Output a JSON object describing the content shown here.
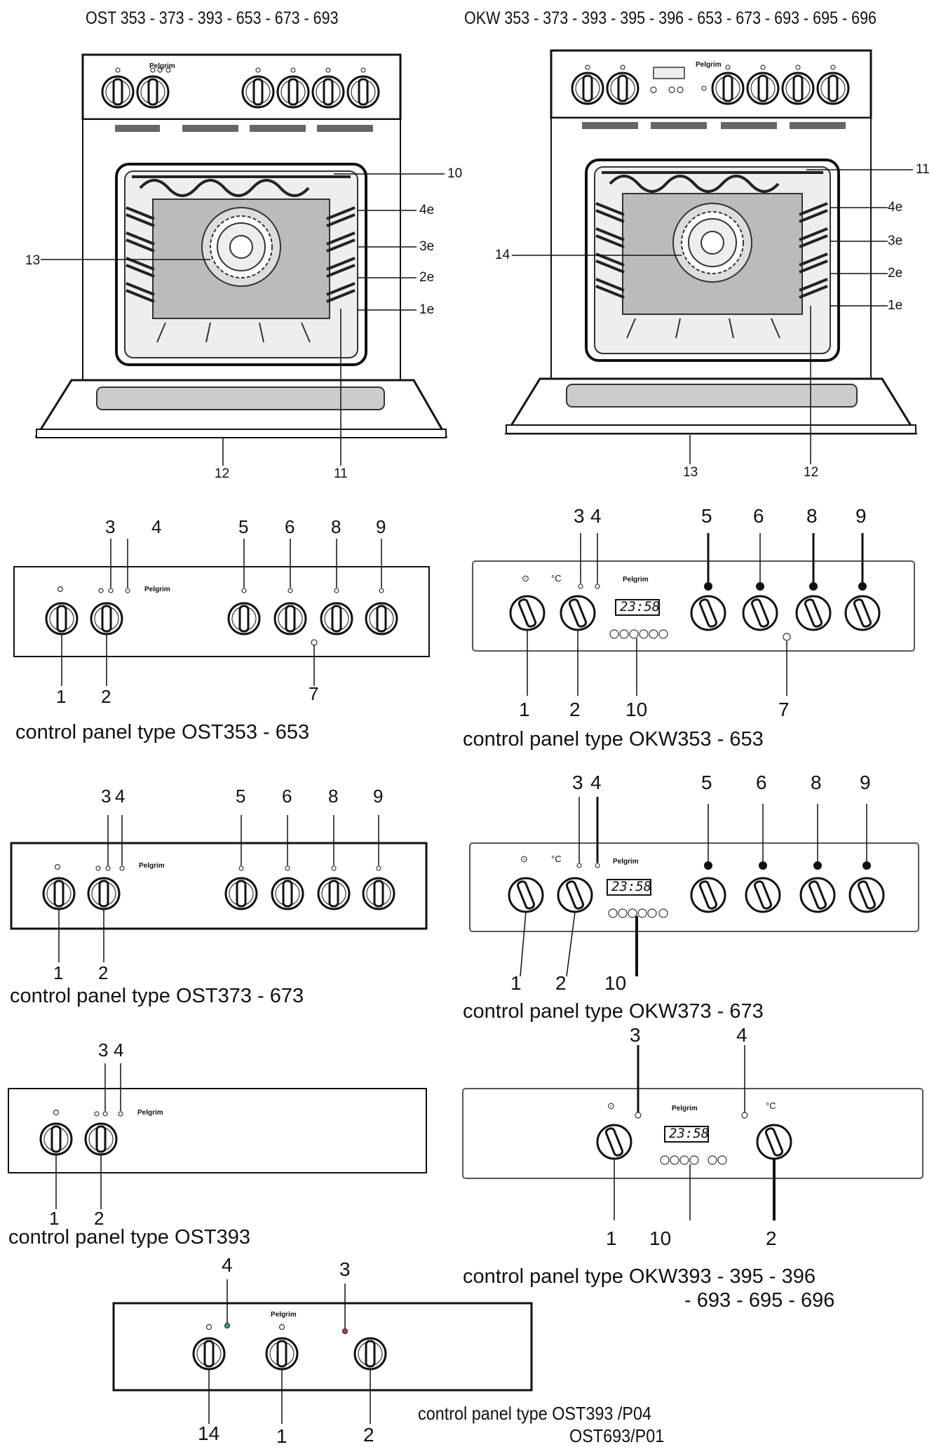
{
  "titles": {
    "ost": "OST 353 - 373 - 393 - 653 - 673 - 693",
    "okw": "OKW 353 - 373 - 393 - 395 - 396 - 653 - 673 - 693 - 695 - 696"
  },
  "brand": "Pelgrim",
  "display_time": "23:58",
  "oven_ost": {
    "label_10": "10",
    "label_13": "13",
    "label_11": "11",
    "label_12": "12",
    "shelf_4": "4e",
    "shelf_3": "3e",
    "shelf_2": "2e",
    "shelf_1": "1e"
  },
  "oven_okw": {
    "label_11": "11",
    "label_14": "14",
    "label_12": "12",
    "label_13": "13",
    "shelf_4": "4e",
    "shelf_3": "3e",
    "shelf_2": "2e",
    "shelf_1": "1e"
  },
  "captions": {
    "ost353": "control panel type OST353 - 653",
    "okw353": "control panel type OKW353 - 653",
    "ost373": "control panel type OST373 - 673",
    "okw373": "control panel type OKW373 - 673",
    "ost393": "control panel type OST393",
    "okw393_line1": "control panel type OKW393 - 395 - 396",
    "okw393_line2": "- 693 - 695 - 696",
    "ostp04_line1": "control panel type OST393 /P04",
    "ostp04_line2": "OST693/P01"
  },
  "labels": {
    "n1": "1",
    "n2": "2",
    "n3": "3",
    "n4": "4",
    "n5": "5",
    "n6": "6",
    "n7": "7",
    "n8": "8",
    "n9": "9",
    "n10": "10",
    "n14": "14"
  },
  "symbols": {
    "celsius": "°C",
    "oven_sym": "⊙"
  }
}
